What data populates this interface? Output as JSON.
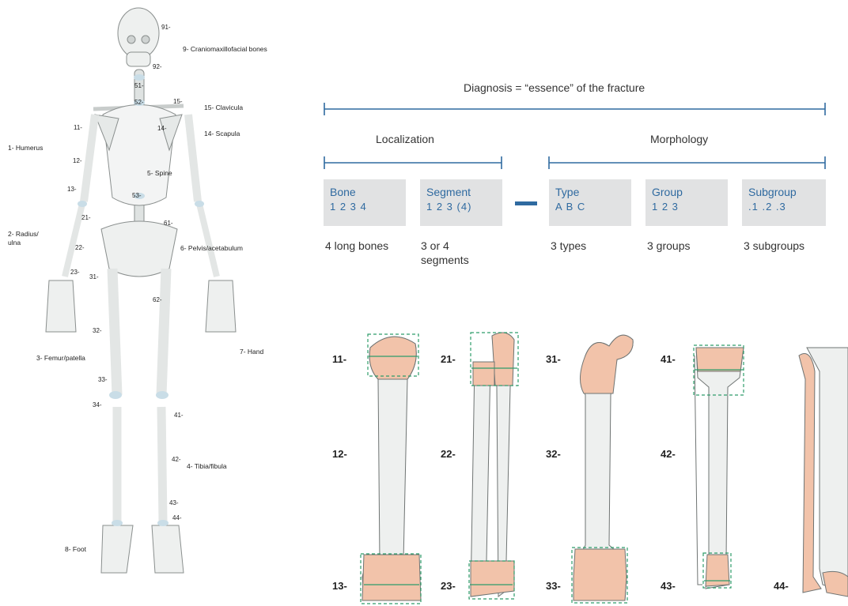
{
  "skeleton": {
    "region_labels": [
      {
        "key": "cranio",
        "text": "9- Craniomaxillofacial bones"
      },
      {
        "key": "clavicula",
        "text": "15- Clavicula"
      },
      {
        "key": "scapula",
        "text": "14- Scapula"
      },
      {
        "key": "humerus",
        "text": "1- Humerus"
      },
      {
        "key": "spine",
        "text": "5- Spine"
      },
      {
        "key": "radius",
        "text": "2- Radius/\nulna"
      },
      {
        "key": "pelvis",
        "text": "6- Pelvis/acetabulum"
      },
      {
        "key": "hand",
        "text": "7- Hand"
      },
      {
        "key": "femur",
        "text": "3- Femur/patella"
      },
      {
        "key": "tibia",
        "text": "4- Tibia/fibula"
      },
      {
        "key": "foot",
        "text": "8- Foot"
      }
    ],
    "segment_numbers": [
      "91-",
      "92-",
      "51-",
      "52-",
      "15-",
      "11-",
      "14-",
      "12-",
      "13-",
      "53-",
      "21-",
      "61-",
      "22-",
      "23-",
      "31-",
      "62-",
      "32-",
      "33-",
      "34-",
      "41-",
      "42-",
      "43-",
      "44-"
    ]
  },
  "diagnosis": {
    "title": "Diagnosis = “essence” of the fracture",
    "localization": "Localization",
    "morphology": "Morphology",
    "boxes": [
      {
        "title": "Bone",
        "values": "1 2 3 4",
        "desc": "4 long bones"
      },
      {
        "title": "Segment",
        "values": "1 2 3 (4)",
        "desc": "3 or 4\nsegments"
      },
      {
        "title": "Type",
        "values": "A B C",
        "desc": "3 types"
      },
      {
        "title": "Group",
        "values": "1 2 3",
        "desc": "3 groups"
      },
      {
        "title": "Subgroup",
        "values": ".1 .2 .3",
        "desc": "3 subgroups"
      }
    ]
  },
  "bones": {
    "labels": [
      "11-",
      "12-",
      "13-",
      "21-",
      "22-",
      "23-",
      "31-",
      "32-",
      "33-",
      "41-",
      "42-",
      "43-",
      "44-"
    ]
  },
  "colors": {
    "accent_blue": "#2f6aa0",
    "box_gray": "#e1e2e3",
    "bone_fill": "#eef0ef",
    "segment_fill": "#f2c3aa",
    "dashed_green": "#2e9c6a"
  }
}
